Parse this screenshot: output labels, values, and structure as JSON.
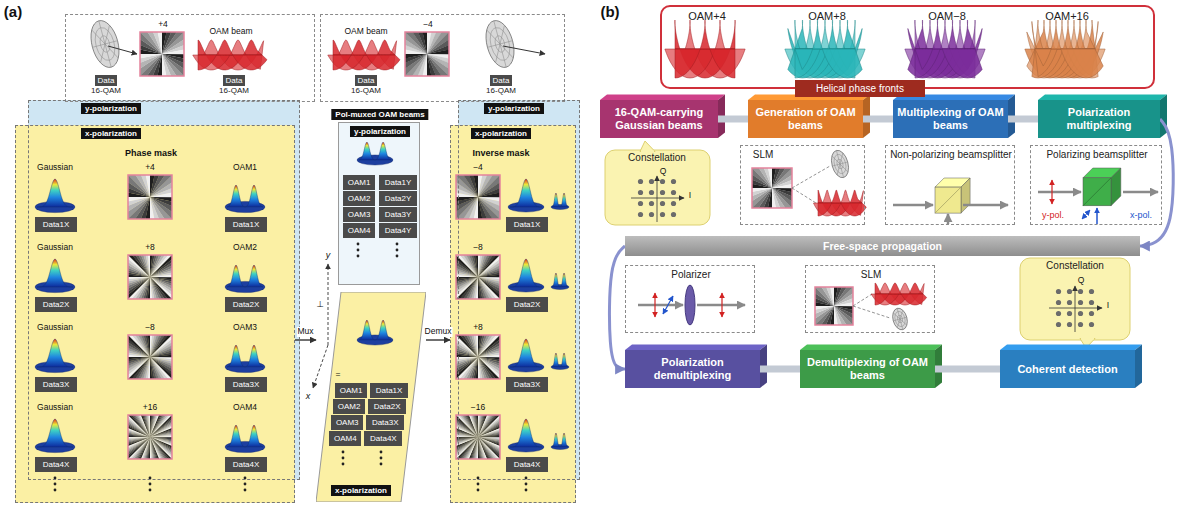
{
  "diagram": {
    "nodes": [
      {
        "text": [
          "+4",
          "OAM beam"
        ]
      },
      {
        "text": [
          "Data",
          "16-QAM"
        ],
        "in": 0
      },
      {
        "text": [
          "Data",
          "16-QAM"
        ],
        "in": 0
      },
      {
        "text": [
          "OAM beam",
          "−4"
        ]
      },
      {
        "text": [
          "Data",
          "16-QAM"
        ],
        "in": 3
      },
      {
        "text": [
          "Data",
          "16-QAM"
        ],
        "in": 3
      },
      {
        "text": [
          "y-polarization"
        ]
      },
      {
        "text": [
          "x-polarization",
          "Phase mask"
        ]
      },
      {
        "text": [
          "Data1X"
        ],
        "in": 7
      },
      {
        "text": [
          "Data1X"
        ],
        "in": 7
      },
      {
        "text": [
          "Data2X"
        ],
        "in": 7
      },
      {
        "text": [
          "Data2X"
        ],
        "in": 7
      },
      {
        "text": [
          "Data3X"
        ],
        "in": 7
      },
      {
        "text": [
          "Data3X"
        ],
        "in": 7
      },
      {
        "text": [
          "Data4X"
        ],
        "in": 7
      },
      {
        "text": [
          "Data4X"
        ],
        "in": 7
      },
      {
        "text": [
          "Pol-muxed OAM beams",
          "y-polarization"
        ]
      },
      {
        "text": [
          "OAM1"
        ],
        "in": 16
      },
      {
        "text": [
          "Data1Y"
        ],
        "in": 16
      },
      {
        "text": [
          "OAM2"
        ],
        "in": 16
      },
      {
        "text": [
          "Data2Y"
        ],
        "in": 16
      },
      {
        "text": [
          "OAM3"
        ],
        "in": 16
      },
      {
        "text": [
          "Data3Y"
        ],
        "in": 16
      },
      {
        "text": [
          "OAM4"
        ],
        "in": 16
      },
      {
        "text": [
          "Data4Y"
        ],
        "in": 16
      },
      {
        "text": [
          "x-polarization"
        ]
      },
      {
        "text": [
          "OAM1"
        ],
        "in": 25
      },
      {
        "text": [
          "Data1X"
        ],
        "in": 25
      },
      {
        "text": [
          "OAM2"
        ],
        "in": 25
      },
      {
        "text": [
          "Data2X"
        ],
        "in": 25
      },
      {
        "text": [
          "OAM3"
        ],
        "in": 25
      },
      {
        "text": [
          "Data3X"
        ],
        "in": 25
      },
      {
        "text": [
          "OAM4"
        ],
        "in": 25
      },
      {
        "text": [
          "Data4X"
        ],
        "in": 25
      },
      {
        "text": [
          "y-polarization"
        ]
      },
      {
        "text": [
          "x-polarization",
          "Inverse mask"
        ]
      },
      {
        "text": [
          "Data1X"
        ],
        "in": 35
      },
      {
        "text": [
          "Data2X"
        ],
        "in": 35
      },
      {
        "text": [
          "Data3X"
        ],
        "in": 35
      },
      {
        "text": [
          "Data4X"
        ],
        "in": 35
      },
      {
        "text": [
          "OAM+4",
          "OAM+8",
          "OAM−8",
          "OAM+16"
        ]
      },
      {
        "text": [
          "Helical phase fronts"
        ]
      },
      {
        "text": [
          "16-QAM-carrying Gaussian beams"
        ]
      },
      {
        "text": [
          "Generation of OAM beams"
        ]
      },
      {
        "text": [
          "Multiplexing of OAM beams"
        ]
      },
      {
        "text": [
          "Polarization multiplexing"
        ]
      },
      {
        "text": [
          "Constellation"
        ]
      },
      {
        "text": [
          "SLM"
        ]
      },
      {
        "text": [
          "Non-polarizing beamsplitter"
        ]
      },
      {
        "text": [
          "Polarizing beamsplitter",
          "y-pol.",
          "x-pol."
        ]
      },
      {
        "text": [
          "Free-space propagation"
        ]
      },
      {
        "text": [
          "Polarizer"
        ]
      },
      {
        "text": [
          "SLM"
        ]
      },
      {
        "text": [
          "Constellation"
        ]
      },
      {
        "text": [
          "Polarization demultiplexing"
        ]
      },
      {
        "text": [
          "Demultiplexing of OAM beams"
        ]
      },
      {
        "text": [
          "Coherent detection"
        ]
      }
    ],
    "edges": [
      {
        "from": 7,
        "to": 25,
        "label": "Mux",
        "arrow": "to"
      },
      {
        "from": 25,
        "to": 35,
        "label": "Demux",
        "arrow": "to"
      },
      {
        "from": 42,
        "to": 43,
        "arrow": "none"
      },
      {
        "from": 43,
        "to": 44,
        "arrow": "none"
      },
      {
        "from": 44,
        "to": 45,
        "arrow": "none"
      },
      {
        "from": 45,
        "to": 50,
        "arrow": "to"
      },
      {
        "from": 50,
        "to": 54,
        "arrow": "to"
      },
      {
        "from": 54,
        "to": 55,
        "arrow": "none"
      },
      {
        "from": 55,
        "to": 56,
        "arrow": "none"
      }
    ],
    "labels": [
      "(a)",
      "(b)",
      "Gaussian",
      "+4",
      "OAM1",
      "Gaussian",
      "+8",
      "OAM2",
      "Gaussian",
      "−8",
      "OAM3",
      "Gaussian",
      "+16",
      "OAM4",
      "y",
      "x",
      "⊥",
      "=",
      "−4",
      "−8",
      "+8",
      "−16",
      "Q",
      "I",
      "Q",
      "I"
    ]
  }
}
